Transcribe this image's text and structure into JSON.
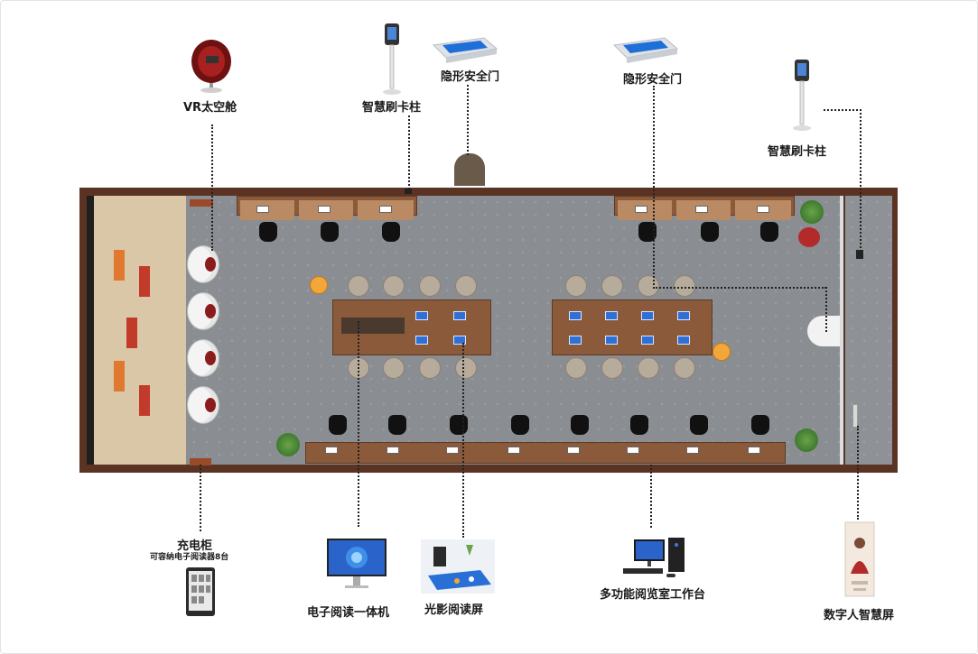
{
  "labels": {
    "vr_pod": "VR太空舱",
    "card_pillar_left": "智慧刷卡柱",
    "security_gate_left": "隐形安全门",
    "security_gate_right": "隐形安全门",
    "card_pillar_right": "智慧刷卡柱",
    "charging_cabinet": "充电柜",
    "charging_cabinet_note": "可容纳电子阅读器8台",
    "e_reader_kiosk": "电子阅读一体机",
    "light_reading_screen": "光影阅读屏",
    "reading_workstation": "多功能阅览室工作台",
    "digital_human_screen": "数字人智慧屏"
  },
  "colors": {
    "wall": "#5b3323",
    "floor": "#8a8d92",
    "desk": "#8a5a3a",
    "accent_orange": "#f3a63a",
    "pad_blue": "#2f6fd6",
    "vr_red": "#8a1c1c"
  },
  "icons": [
    "vr-pod-icon",
    "card-pillar-icon",
    "security-gate-icon",
    "monitor-icon",
    "tablet-icon",
    "projector-icon",
    "desktop-pc-icon",
    "digital-poster-icon"
  ]
}
